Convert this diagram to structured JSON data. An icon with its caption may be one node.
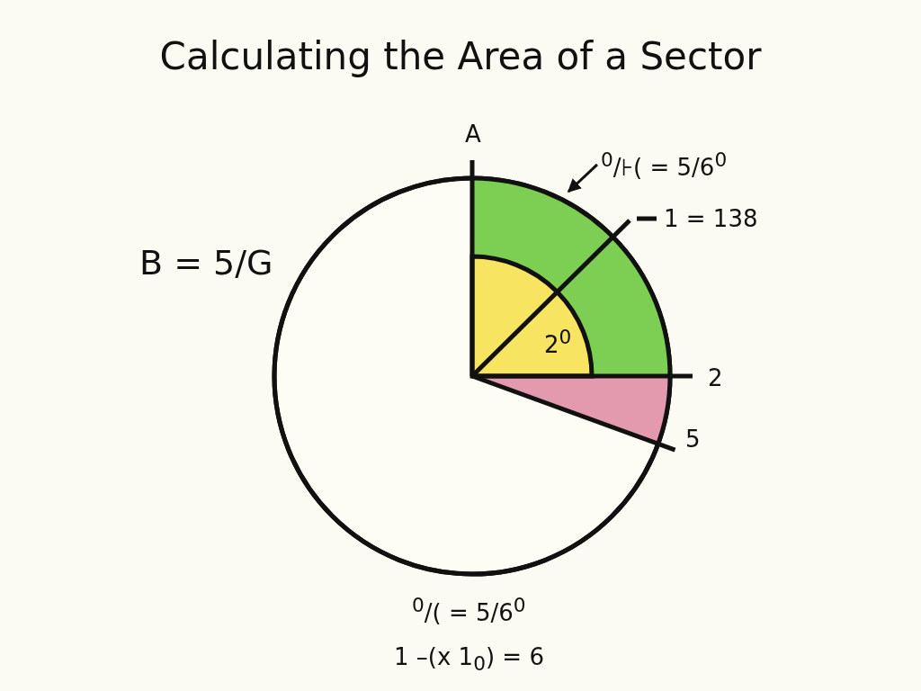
{
  "diagram": {
    "title": "Calculating the Area of a Sector",
    "nodes": [
      {
        "text": [
          "$^{0}$/⊦( = 5/6$^{0}$"
        ]
      },
      {
        "text": [],
        "shape": "sector"
      }
    ],
    "edges": [
      {
        "from": 0,
        "to": 1,
        "arrow": "to"
      }
    ],
    "labels": [
      "A",
      "1 = 138",
      "B = 5/G",
      "2$^{0}$",
      "2",
      "5",
      "$^{0}$/( = 5/6$^{0}$",
      "1 –(x 1$_{0}$) = 6"
    ]
  }
}
